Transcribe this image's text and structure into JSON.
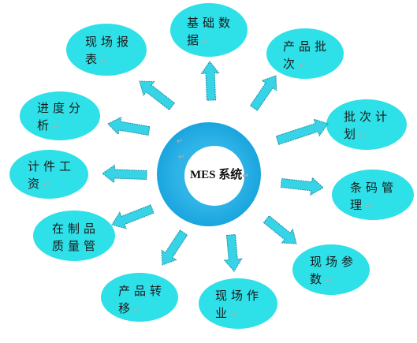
{
  "center": {
    "label": "MES 系统",
    "color": "#33b8ea",
    "inner_color": "#ffffff"
  },
  "node_color": "#2ee0e8",
  "arrow_color": "#37d3e6",
  "arrow_stroke": "#1c8ea3",
  "nodes": [
    {
      "id": "basic-data",
      "line1": "基础数",
      "line2": "据"
    },
    {
      "id": "production-batch",
      "line1": "产品批",
      "line2": "次"
    },
    {
      "id": "batch-plan",
      "line1": "批次计",
      "line2": "划"
    },
    {
      "id": "barcode-mgmt",
      "line1": "条码管",
      "line2": "理"
    },
    {
      "id": "site-params",
      "line1": "现场参",
      "line2": "数"
    },
    {
      "id": "site-work",
      "line1": "现场作",
      "line2": "业"
    },
    {
      "id": "product-transfer",
      "line1": "产品转",
      "line2": "移"
    },
    {
      "id": "wip-quality",
      "line1": "在制品",
      "line2": "质量管"
    },
    {
      "id": "piece-wage",
      "line1": "计件工",
      "line2": "资"
    },
    {
      "id": "progress-analysis",
      "line1": "进度分",
      "line2": "析"
    },
    {
      "id": "site-report",
      "line1": "现场报",
      "line2": "表"
    }
  ]
}
